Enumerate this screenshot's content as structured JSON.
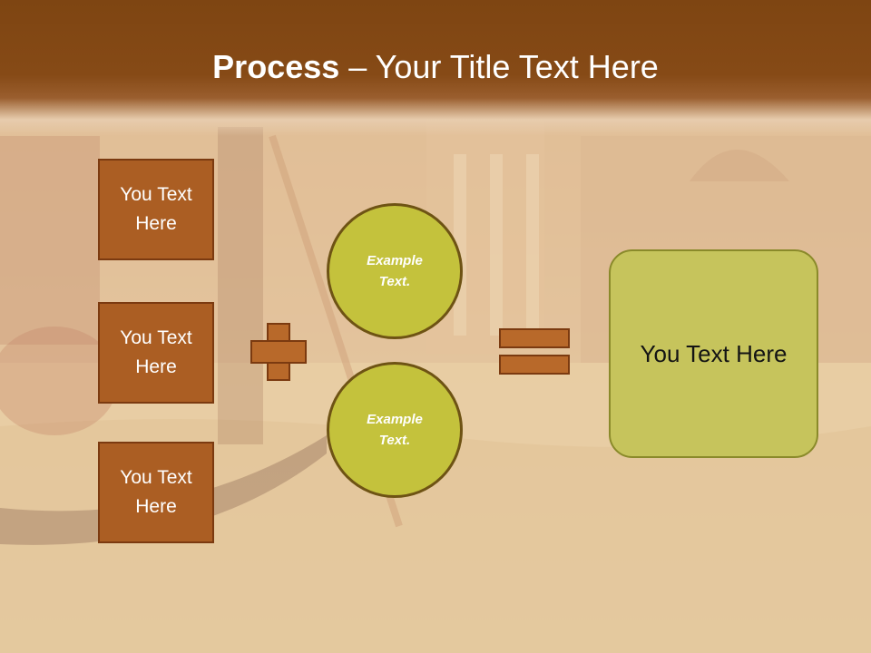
{
  "slide": {
    "title_bold": "Process",
    "title_rest": " – Your Title Text Here"
  },
  "left_boxes": [
    {
      "label": "You Text Here"
    },
    {
      "label": "You Text Here"
    },
    {
      "label": "You Text Here"
    }
  ],
  "circles": [
    {
      "label": "Example Text."
    },
    {
      "label": "Example Text."
    }
  ],
  "result": {
    "label": "You Text Here"
  },
  "colors": {
    "header": "#864a16",
    "box_fill": "#ab5e23",
    "box_border": "#7b3a10",
    "circle_fill": "#c4c23c",
    "result_fill": "#c6c45c",
    "operator_fill": "#b8692a"
  }
}
